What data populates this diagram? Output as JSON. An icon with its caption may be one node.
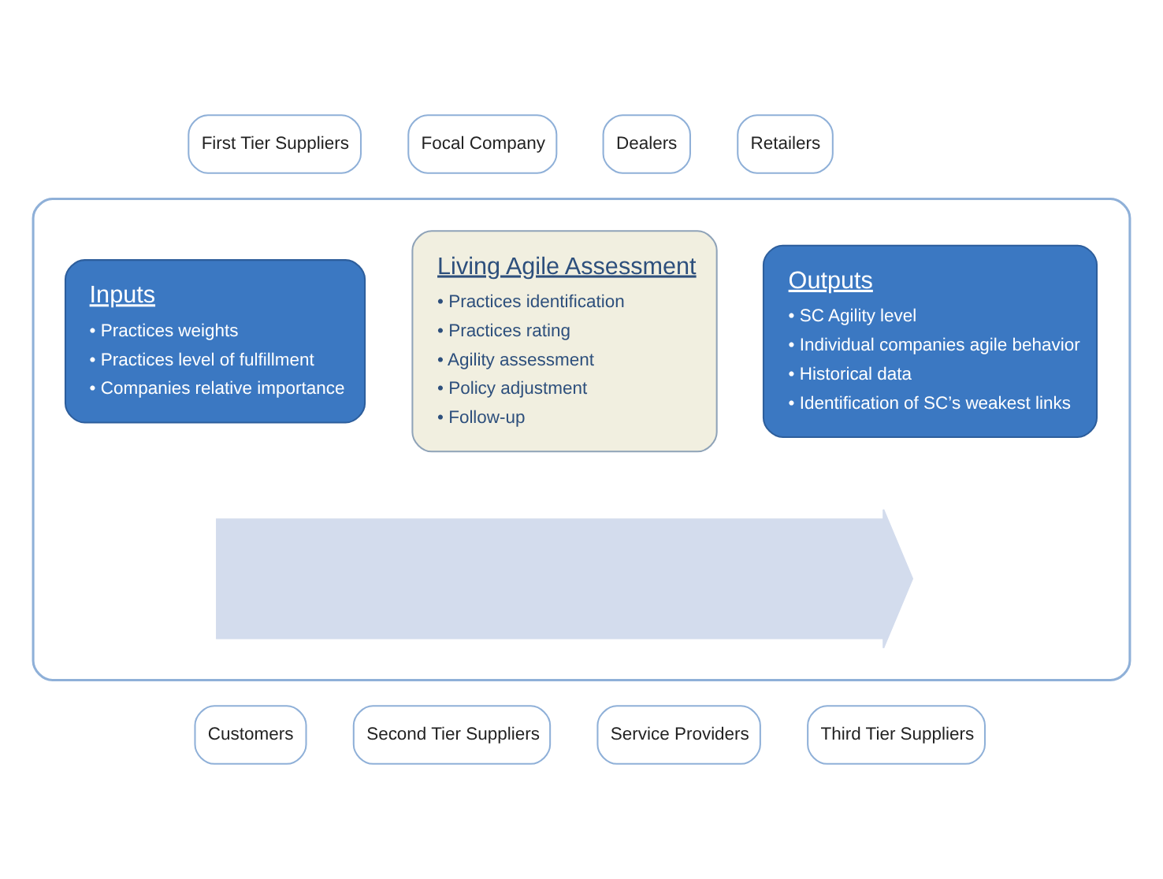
{
  "diagram": {
    "nodes": [
      {
        "text": [
          "First Tier Suppliers"
        ]
      },
      {
        "text": [
          "Focal Company"
        ]
      },
      {
        "text": [
          "Dealers"
        ]
      },
      {
        "text": [
          "Retailers"
        ]
      },
      {
        "text": [],
        "shape": "cloud"
      },
      {
        "text": [],
        "shape": "arrow",
        "in": 4
      },
      {
        "text": [
          "Inputs",
          "• Practices weights",
          "• Practices level of fulfillment",
          "• Companies relative importance"
        ],
        "in": 4
      },
      {
        "text": [
          "Living Agile Assessment",
          "• Practices identification",
          "• Practices rating",
          "• Agility assessment",
          "• Policy adjustment",
          "• Follow-up"
        ],
        "in": 4
      },
      {
        "text": [
          "Outputs",
          "• SC Agility level",
          "• Individual companies agile behavior",
          "• Historical data",
          "• Identification of SC’s weakest links"
        ],
        "in": 4
      },
      {
        "text": [
          "Customers"
        ]
      },
      {
        "text": [
          "Second Tier Suppliers"
        ]
      },
      {
        "text": [
          "Service Providers"
        ]
      },
      {
        "text": [
          "Third Tier Suppliers"
        ]
      }
    ]
  }
}
